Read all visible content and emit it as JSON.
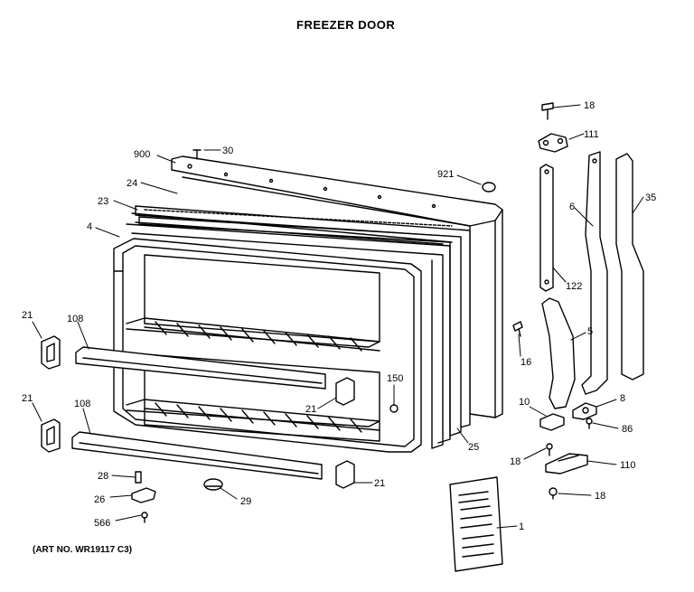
{
  "title": "FREEZER DOOR",
  "art_number": "(ART NO. WR19117 C3)",
  "callouts": {
    "c18a": "18",
    "c111": "111",
    "c900": "900",
    "c30": "30",
    "c921": "921",
    "c24": "24",
    "c6": "6",
    "c35": "35",
    "c23": "23",
    "c4": "4",
    "c122": "122",
    "c21a": "21",
    "c108a": "108",
    "c5": "5",
    "c16": "16",
    "c150": "150",
    "c21b": "21",
    "c21c": "21",
    "c108b": "108",
    "c10": "10",
    "c8": "8",
    "c86": "86",
    "c25": "25",
    "c18b": "18",
    "c110": "110",
    "c28": "28",
    "c21d": "21",
    "c26": "26",
    "c29": "29",
    "c18c": "18",
    "c566": "566",
    "c1": "1"
  }
}
